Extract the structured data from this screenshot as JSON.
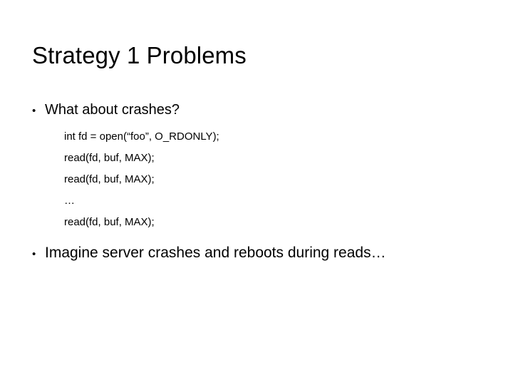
{
  "slide": {
    "title": "Strategy 1 Problems",
    "background_color": "#ffffff",
    "text_color": "#000000",
    "bullet_glyph": "•",
    "bullets": [
      {
        "label": "What about crashes?",
        "level": 1
      },
      {
        "label": "Imagine server crashes and reboots during reads…",
        "level": 1
      }
    ],
    "code_lines": [
      "int fd = open(“foo”, O_RDONLY);",
      "read(fd, buf, MAX);",
      "read(fd, buf, MAX);",
      "…",
      "read(fd, buf, MAX);"
    ]
  }
}
